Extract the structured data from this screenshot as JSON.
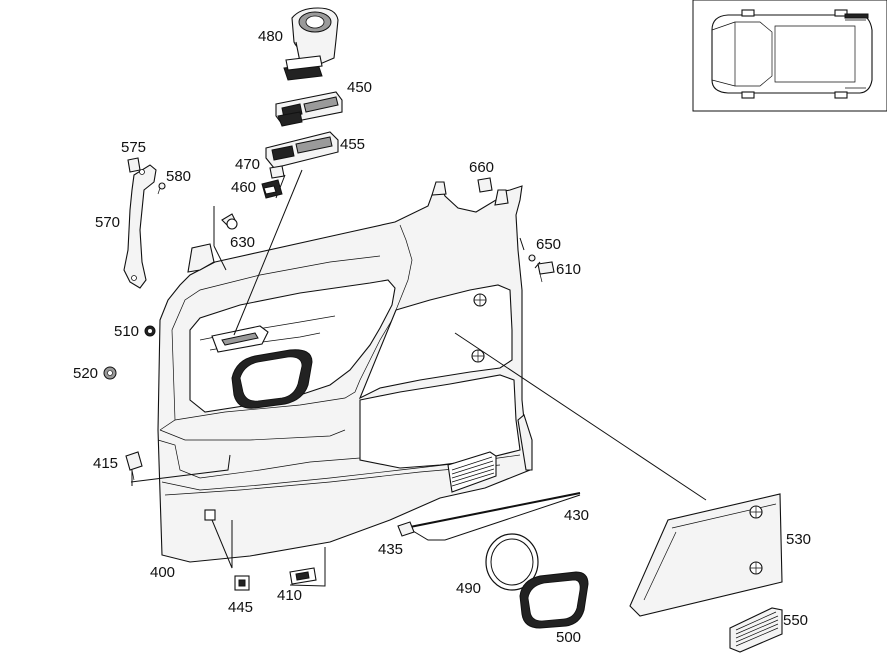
{
  "labels": {
    "p480": "480",
    "p450": "450",
    "p455": "455",
    "p470": "470",
    "p460": "460",
    "p575": "575",
    "p580": "580",
    "p570": "570",
    "p630": "630",
    "p660": "660",
    "p650": "650",
    "p610": "610",
    "p510": "510",
    "p520": "520",
    "p415": "415",
    "p430": "430",
    "p435": "435",
    "p530": "530",
    "p490": "490",
    "p400": "400",
    "p445": "445",
    "p410": "410",
    "p500": "500",
    "p550": "550"
  },
  "colors": {
    "line": "#111111",
    "fill": "#f4f4f4",
    "background": "#ffffff"
  }
}
